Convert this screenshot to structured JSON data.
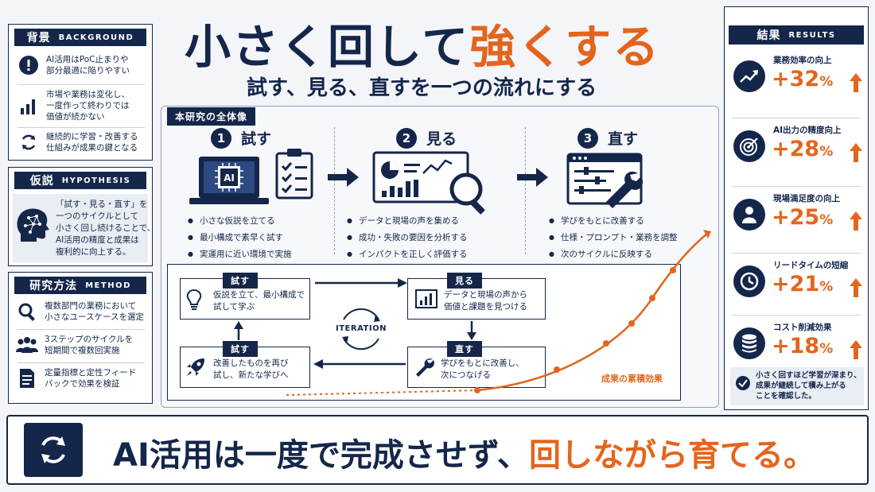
{
  "title": {
    "main_part1": "小さく回して",
    "main_part2": "強くする",
    "subtitle": "試す、見る、直すを一つの流れにする"
  },
  "background": {
    "title_jp": "背景",
    "title_en": "BACKGROUND",
    "items": [
      {
        "icon": "exclamation-icon",
        "text_l1": "AI活用はPoC止まりや",
        "text_l2": "部分最適に陥りやすい",
        "text_l3": ""
      },
      {
        "icon": "bar-chart-icon",
        "text_l1": "市場や業務は変化し、",
        "text_l2": "一度作って終わりでは",
        "text_l3": "価値が続かない"
      },
      {
        "icon": "refresh-icon",
        "text_l1": "継続的に学習・改善する",
        "text_l2": "仕組みが成果の鍵となる",
        "text_l3": ""
      }
    ]
  },
  "hypothesis": {
    "title_jp": "仮説",
    "title_en": "HYPOTHESIS",
    "icon": "brain-head-icon",
    "lines": [
      "「試す・見る・直す」を",
      "一つのサイクルとして",
      "小さく回し続けることで、",
      "AI活用の精度と成果は",
      "複利的に向上する。"
    ]
  },
  "method": {
    "title_jp": "研究方法",
    "title_en": "METHOD",
    "items": [
      {
        "icon": "magnifier-icon",
        "text_l1": "複数部門の業務において",
        "text_l2": "小さなユースケースを選定"
      },
      {
        "icon": "people-icon",
        "text_l1": "3ステップのサイクルを",
        "text_l2": "短期間で複数回実施"
      },
      {
        "icon": "document-icon",
        "text_l1": "定量指標と定性フィード",
        "text_l2": "バックで効果を検証"
      }
    ]
  },
  "overview": {
    "label": "本研究の全体像",
    "steps": [
      {
        "num": "1",
        "title": "試す",
        "bullets": [
          "小さな仮説を立てる",
          "最小構成で素早く試す",
          "実運用に近い環境で実施"
        ]
      },
      {
        "num": "2",
        "title": "見る",
        "bullets": [
          "データと現場の声を集める",
          "成功・失敗の要因を分析する",
          "インパクトを正しく評価する"
        ]
      },
      {
        "num": "3",
        "title": "直す",
        "bullets": [
          "学びをもとに改善する",
          "仕様・プロンプト・業務を調整",
          "次のサイクルに反映する"
        ]
      }
    ],
    "laptop_chip_label": "AI"
  },
  "cycle": {
    "center_label": "ITERATION",
    "boxes": [
      {
        "tag": "試す",
        "line1": "仮説を立て、最小構成で",
        "line2": "試して学ぶ"
      },
      {
        "tag": "見る",
        "line1": "データと現場の声から",
        "line2": "価値と課題を見つける"
      },
      {
        "tag": "直す",
        "line1": "学びをもとに改善し、",
        "line2": "次につなげる"
      },
      {
        "tag": "試す",
        "line1": "改善したものを再び",
        "line2": "試し、新たな学びへ"
      }
    ],
    "curve_label": "成果の累積効果"
  },
  "results": {
    "title_jp": "結果",
    "title_en": "RESULTS",
    "items": [
      {
        "icon": "trend-up-icon",
        "label": "業務効率の向上",
        "value": "+32",
        "unit": "%"
      },
      {
        "icon": "target-icon",
        "label": "AI出力の精度向上",
        "value": "+28",
        "unit": "%"
      },
      {
        "icon": "person-icon",
        "label": "現場満足度の向上",
        "value": "+25",
        "unit": "%"
      },
      {
        "icon": "clock-icon",
        "label": "リードタイムの短縮",
        "value": "+21",
        "unit": "%"
      },
      {
        "icon": "coins-icon",
        "label": "コスト削減効果",
        "value": "+18",
        "unit": "%"
      }
    ],
    "note_l1": "小さく回すほど学習が深まり、",
    "note_l2": "成果が継続して積み上がる",
    "note_l3": "ことを確認した。"
  },
  "footer": {
    "part1": "AI活用は一度で完成させず、",
    "part2": "回しながら育てる。"
  },
  "colors": {
    "navy": "#14264a",
    "orange": "#e3651d",
    "light": "#e9edf4"
  }
}
